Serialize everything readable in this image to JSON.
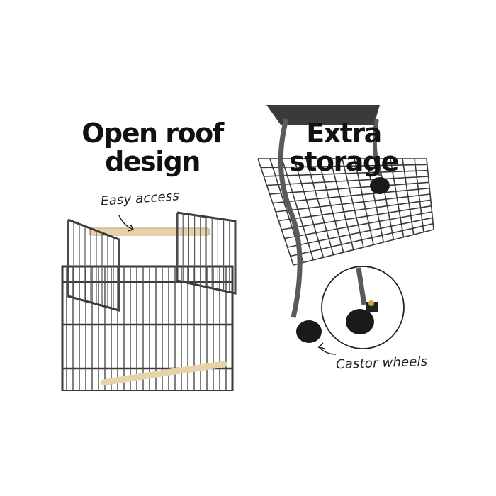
{
  "left_panel": {
    "title_line1": "Open roof",
    "title_line2": "design",
    "annotation": "Easy access"
  },
  "right_panel": {
    "title": "Extra storage",
    "annotation": "Castor wheels"
  },
  "colors": {
    "wire": "#3a3a3a",
    "perch": "#e8d2a8",
    "wheel": "#1a1a1a",
    "background": "#ffffff"
  }
}
